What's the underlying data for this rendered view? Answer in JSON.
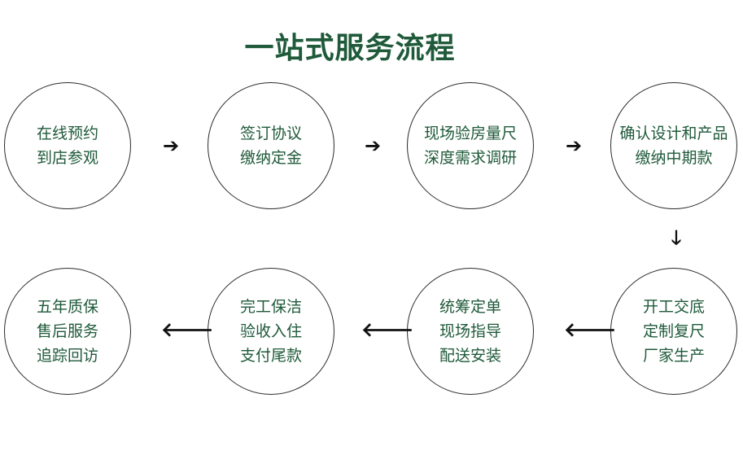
{
  "title": "一站式服务流程",
  "colors": {
    "title": "#1f5a3a",
    "text": "#1f5a3a",
    "circle_border": "#2b2b2b",
    "arrow": "#111111"
  },
  "steps": [
    {
      "lines": [
        "在线预约",
        "到店参观"
      ]
    },
    {
      "lines": [
        "签订协议",
        "缴纳定金"
      ]
    },
    {
      "lines": [
        "现场验房量尺",
        "深度需求调研"
      ]
    },
    {
      "lines": [
        "确认设计和产品",
        "缴纳中期款"
      ]
    },
    {
      "lines": [
        "开工交底",
        "定制复尺",
        "厂家生产"
      ]
    },
    {
      "lines": [
        "统筹定单",
        "现场指导",
        "配送安装"
      ]
    },
    {
      "lines": [
        "完工保洁",
        "验收入住",
        "支付尾款"
      ]
    },
    {
      "lines": [
        "五年质保",
        "售后服务",
        "追踪回访"
      ]
    }
  ],
  "arrows": {
    "right": "➔",
    "down": "🡓",
    "left": "🡐"
  }
}
